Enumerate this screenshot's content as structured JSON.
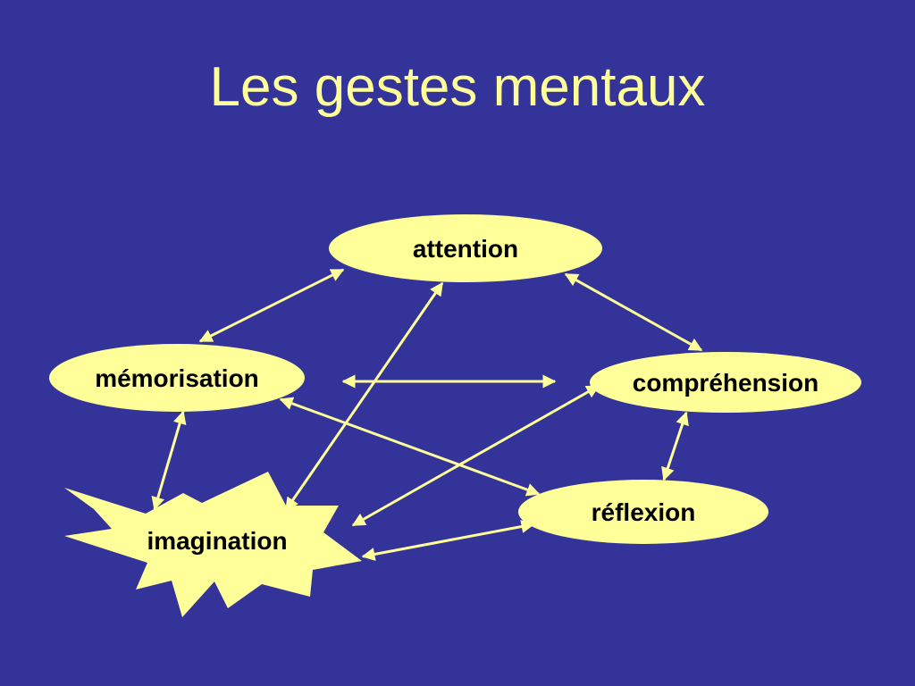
{
  "slide": {
    "title": "Les gestes mentaux"
  },
  "colors": {
    "background": "#333399",
    "title": "#FFFF99",
    "node_fill": "#FFFF99",
    "connector": "#FFFF99",
    "label": "#000000"
  },
  "diagram": {
    "nodes": {
      "attention": {
        "label": "attention",
        "shape": "ellipse"
      },
      "memorisation": {
        "label": "mémorisation",
        "shape": "ellipse"
      },
      "comprehension": {
        "label": "compréhension",
        "shape": "ellipse"
      },
      "reflexion": {
        "label": "réflexion",
        "shape": "ellipse"
      },
      "imagination": {
        "label": "imagination",
        "shape": "starburst"
      }
    },
    "edges": [
      {
        "from": "attention",
        "to": "memorisation",
        "direction": "both"
      },
      {
        "from": "attention",
        "to": "comprehension",
        "direction": "both"
      },
      {
        "from": "attention",
        "to": "imagination",
        "direction": "both"
      },
      {
        "from": "memorisation",
        "to": "comprehension",
        "direction": "both"
      },
      {
        "from": "memorisation",
        "to": "reflexion",
        "direction": "both"
      },
      {
        "from": "memorisation",
        "to": "imagination",
        "direction": "both"
      },
      {
        "from": "comprehension",
        "to": "imagination",
        "direction": "both"
      },
      {
        "from": "comprehension",
        "to": "reflexion",
        "direction": "both"
      },
      {
        "from": "reflexion",
        "to": "imagination",
        "direction": "both"
      }
    ]
  }
}
